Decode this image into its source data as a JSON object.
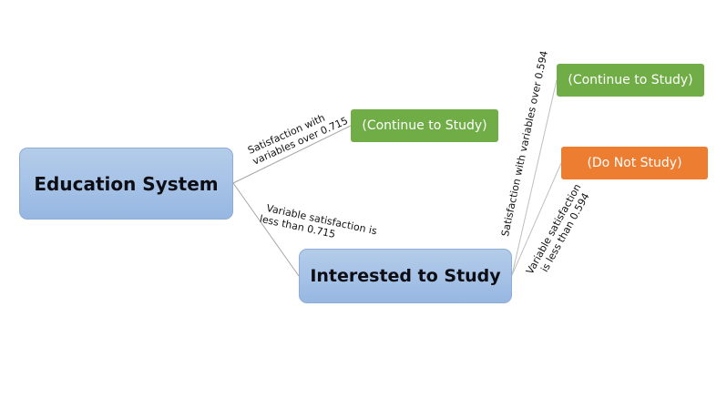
{
  "diagram": {
    "root": {
      "label": "Education System",
      "color": "#a6c2e6"
    },
    "nodes": [
      {
        "id": "continue-1",
        "label": "(Continue to Study)",
        "color": "#70ad47"
      },
      {
        "id": "interested",
        "label": "Interested to Study",
        "color": "#a6c2e6"
      },
      {
        "id": "continue-2",
        "label": "(Continue to Study)",
        "color": "#70ad47"
      },
      {
        "id": "do-not-study",
        "label": "(Do Not Study)",
        "color": "#ed7d31"
      }
    ],
    "edges": [
      {
        "from": "Education System",
        "to": "continue-1",
        "label_lines": [
          "Satisfaction with",
          "variables over 0.715"
        ]
      },
      {
        "from": "Education System",
        "to": "interested",
        "label_lines": [
          "Variable satisfaction is",
          "less than 0.715"
        ]
      },
      {
        "from": "interested",
        "to": "continue-2",
        "label_lines": [
          "Satisfaction with variables over 0.594"
        ]
      },
      {
        "from": "interested",
        "to": "do-not-study",
        "label_lines": [
          "Variable satisfaction",
          "is less than 0.594"
        ]
      }
    ]
  }
}
